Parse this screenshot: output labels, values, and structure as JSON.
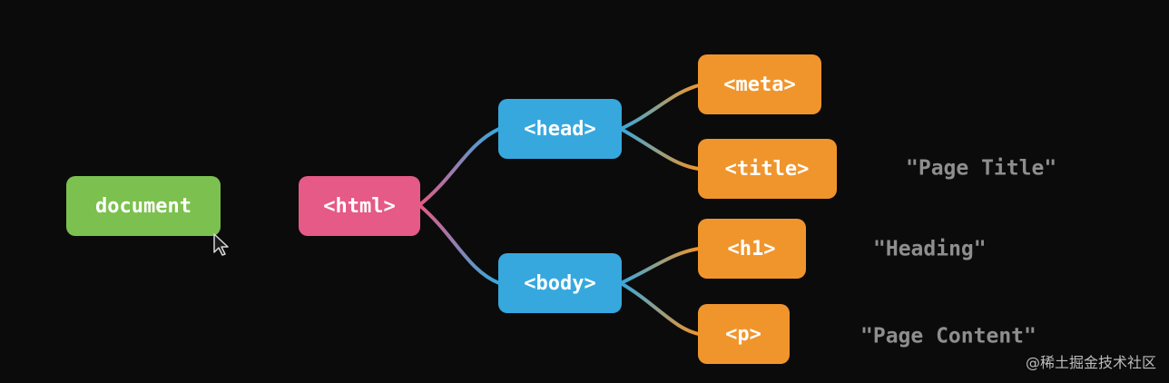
{
  "colors": {
    "background": "#0b0b0b",
    "document": "#7cc04f",
    "html": "#e55a86",
    "head_body": "#36a8de",
    "leaf": "#f0952c",
    "text_node": "#8e8e8e"
  },
  "nodes": {
    "document": {
      "label": "document"
    },
    "html": {
      "label": "<html>"
    },
    "head": {
      "label": "<head>"
    },
    "body": {
      "label": "<body>"
    },
    "meta": {
      "label": "<meta>"
    },
    "title": {
      "label": "<title>"
    },
    "h1": {
      "label": "<h1>"
    },
    "p": {
      "label": "<p>"
    }
  },
  "text_nodes": {
    "title_text": "\"Page Title\"",
    "h1_text": "\"Heading\"",
    "p_text": "\"Page Content\""
  },
  "watermark": "@稀土掘金技术社区"
}
